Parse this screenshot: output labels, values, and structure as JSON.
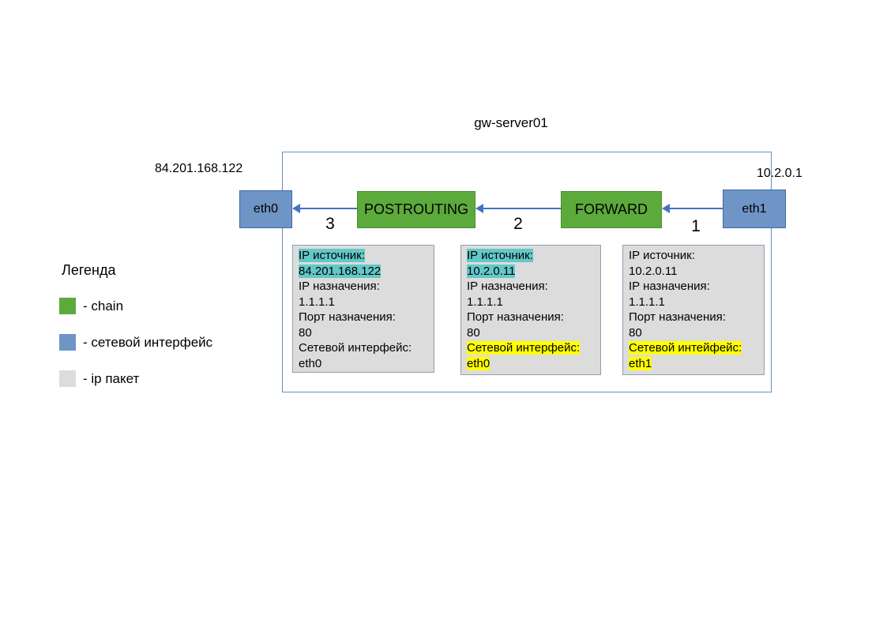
{
  "colors": {
    "chain_green": "#5caa3c",
    "chain_border": "#4a8c2f",
    "interface_blue": "#6f94c6",
    "interface_border": "#3d6aa5",
    "packet_gray": "#dcdcdc",
    "packet_border": "#8f9fb3",
    "highlight_cyan": "#63c8c8",
    "highlight_yellow": "#ffff00",
    "arrow_blue": "#4472c4",
    "server_border": "#6b8ebf"
  },
  "title": "gw-server01",
  "labels": {
    "external_ip": "84.201.168.122",
    "internal_ip": "10.2.0.1"
  },
  "interfaces": {
    "eth0": "eth0",
    "eth1": "eth1"
  },
  "chains": {
    "postrouting": "POSTROUTING",
    "forward": "FORWARD"
  },
  "steps": {
    "step1": "1",
    "step2": "2",
    "step3": "3"
  },
  "packets": [
    {
      "id": "packet-step-3",
      "lines": [
        {
          "text": "IP источник:",
          "hl": "cyan"
        },
        {
          "text": "84.201.168.122",
          "hl": "cyan"
        },
        {
          "text": "IP назначения:",
          "hl": "none"
        },
        {
          "text": "1.1.1.1",
          "hl": "none"
        },
        {
          "text": "Порт назначения:",
          "hl": "none"
        },
        {
          "text": "80",
          "hl": "none"
        },
        {
          "text": "Сетевой интерфейс:",
          "hl": "none"
        },
        {
          "text": "eth0",
          "hl": "none"
        }
      ]
    },
    {
      "id": "packet-step-2",
      "lines": [
        {
          "text": "IP источник:",
          "hl": "cyan"
        },
        {
          "text": "10.2.0.11",
          "hl": "cyan"
        },
        {
          "text": "IP назначения:",
          "hl": "none"
        },
        {
          "text": "1.1.1.1",
          "hl": "none"
        },
        {
          "text": "Порт назначения:",
          "hl": "none"
        },
        {
          "text": "80",
          "hl": "none"
        },
        {
          "text": "Сетевой интерфейс:",
          "hl": "yellow"
        },
        {
          "text": "eth0",
          "hl": "yellow"
        }
      ]
    },
    {
      "id": "packet-step-1",
      "lines": [
        {
          "text": "IP источник:",
          "hl": "none"
        },
        {
          "text": "10.2.0.11",
          "hl": "none"
        },
        {
          "text": "IP назначения:",
          "hl": "none"
        },
        {
          "text": "1.1.1.1",
          "hl": "none"
        },
        {
          "text": "Порт назначения:",
          "hl": "none"
        },
        {
          "text": "80",
          "hl": "none"
        },
        {
          "text": "Сетевой интейфейс:",
          "hl": "yellow"
        },
        {
          "text": "eth1",
          "hl": "yellow"
        }
      ]
    }
  ],
  "legend": {
    "title": "Легенда",
    "items": [
      {
        "label": "- chain",
        "swatch": "green"
      },
      {
        "label": "- сетевой интерфейс",
        "swatch": "blue"
      },
      {
        "label": "- ip пакет",
        "swatch": "gray"
      }
    ]
  }
}
